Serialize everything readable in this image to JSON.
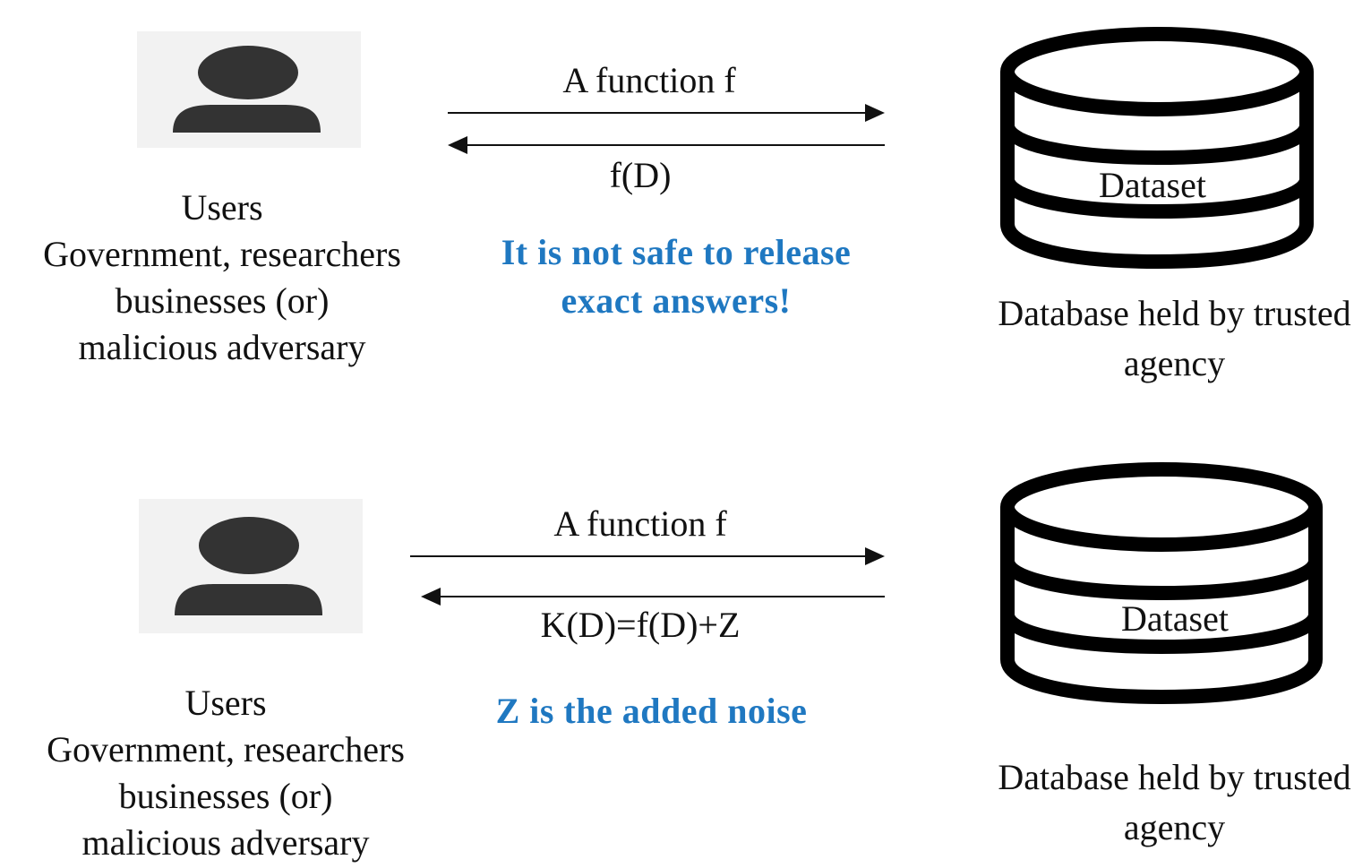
{
  "panels": [
    {
      "users": {
        "title": "Users",
        "line1": "Government, researchers",
        "line2": "businesses (or)",
        "line3": "malicious adversary"
      },
      "query_label": "A function f",
      "response_label": "f(D)",
      "note": {
        "line1": "It is not safe to release",
        "line2": "exact answers!"
      },
      "database": {
        "label": "Dataset",
        "caption_line1": "Database held by trusted",
        "caption_line2": "agency"
      }
    },
    {
      "users": {
        "title": "Users",
        "line1": "Government, researchers",
        "line2": "businesses (or)",
        "line3": "malicious adversary"
      },
      "query_label": "A function f",
      "response_label": "K(D)=f(D)+Z",
      "note": {
        "line1": "Z is the added noise"
      },
      "database": {
        "label": "Dataset",
        "caption_line1": "Database held by trusted",
        "caption_line2": "agency"
      }
    }
  ],
  "colors": {
    "note": "#1f78c1",
    "avatar": "#333333",
    "avatar_bg": "#f2f2f2",
    "lines": "#111111"
  },
  "icons": {
    "user": "user-avatar-icon",
    "database": "database-cylinder-icon"
  }
}
